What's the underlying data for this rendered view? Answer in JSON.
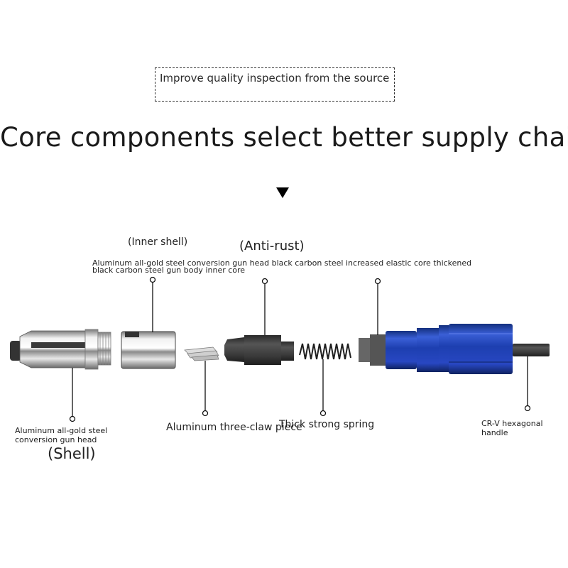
{
  "tagline": "Improve quality inspection from the source",
  "headline": "Core components select better supply chain",
  "arrow_icon": "down-triangle-icon",
  "labels": {
    "inner_shell": "(Inner shell)",
    "anti_rust": "(Anti-rust)",
    "top_desc_line1": "Aluminum all-gold steel conversion gun head black carbon steel increased elastic core thickened",
    "top_desc_line2": "black carbon steel gun body inner core",
    "shell_desc_line1": "Aluminum all-gold steel",
    "shell_desc_line2": "conversion gun head",
    "shell": "(Shell)",
    "three_claw": "Aluminum three-claw piece",
    "spring": "Thick strong spring",
    "handle_line1": "CR-V hexagonal",
    "handle_line2": "handle"
  },
  "components": [
    {
      "name": "Shell (gun head)",
      "color": "#c9c9c9"
    },
    {
      "name": "Inner shell",
      "color": "#bdbdbd"
    },
    {
      "name": "Three-claw piece",
      "color": "#d0d0d0"
    },
    {
      "name": "Inner core",
      "color": "#3a3a3a"
    },
    {
      "name": "Spring",
      "color": "#222222"
    },
    {
      "name": "Gun body",
      "color": "#1d3fb0"
    },
    {
      "name": "Hex handle",
      "color": "#3b3b3b"
    }
  ]
}
